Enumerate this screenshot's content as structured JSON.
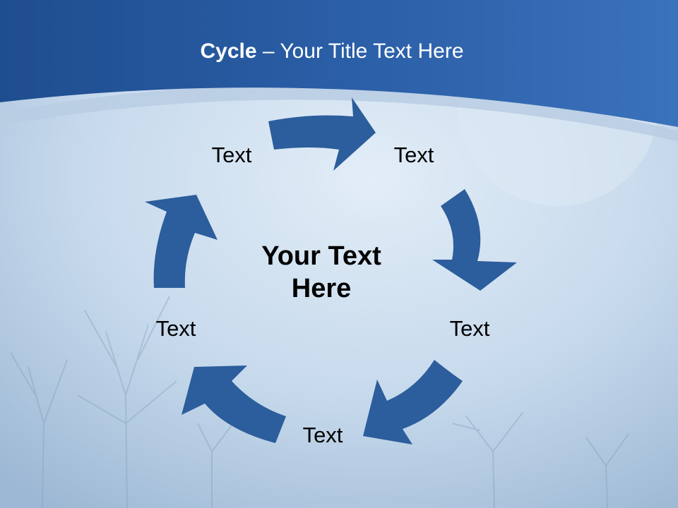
{
  "slide": {
    "title_bold": "Cycle",
    "title_separator": " – ",
    "title_rest": "Your Title Text Here",
    "center_text": "Your Text Here",
    "nodes": [
      {
        "label": "Text"
      },
      {
        "label": "Text"
      },
      {
        "label": "Text"
      },
      {
        "label": "Text"
      },
      {
        "label": "Text"
      }
    ]
  },
  "colors": {
    "header_dark": "#234f8e",
    "header_light": "#3a70b8",
    "arrow_fill": "#2c5d9c",
    "background_light": "#c9dcee",
    "background_mid": "#a9c4de"
  }
}
